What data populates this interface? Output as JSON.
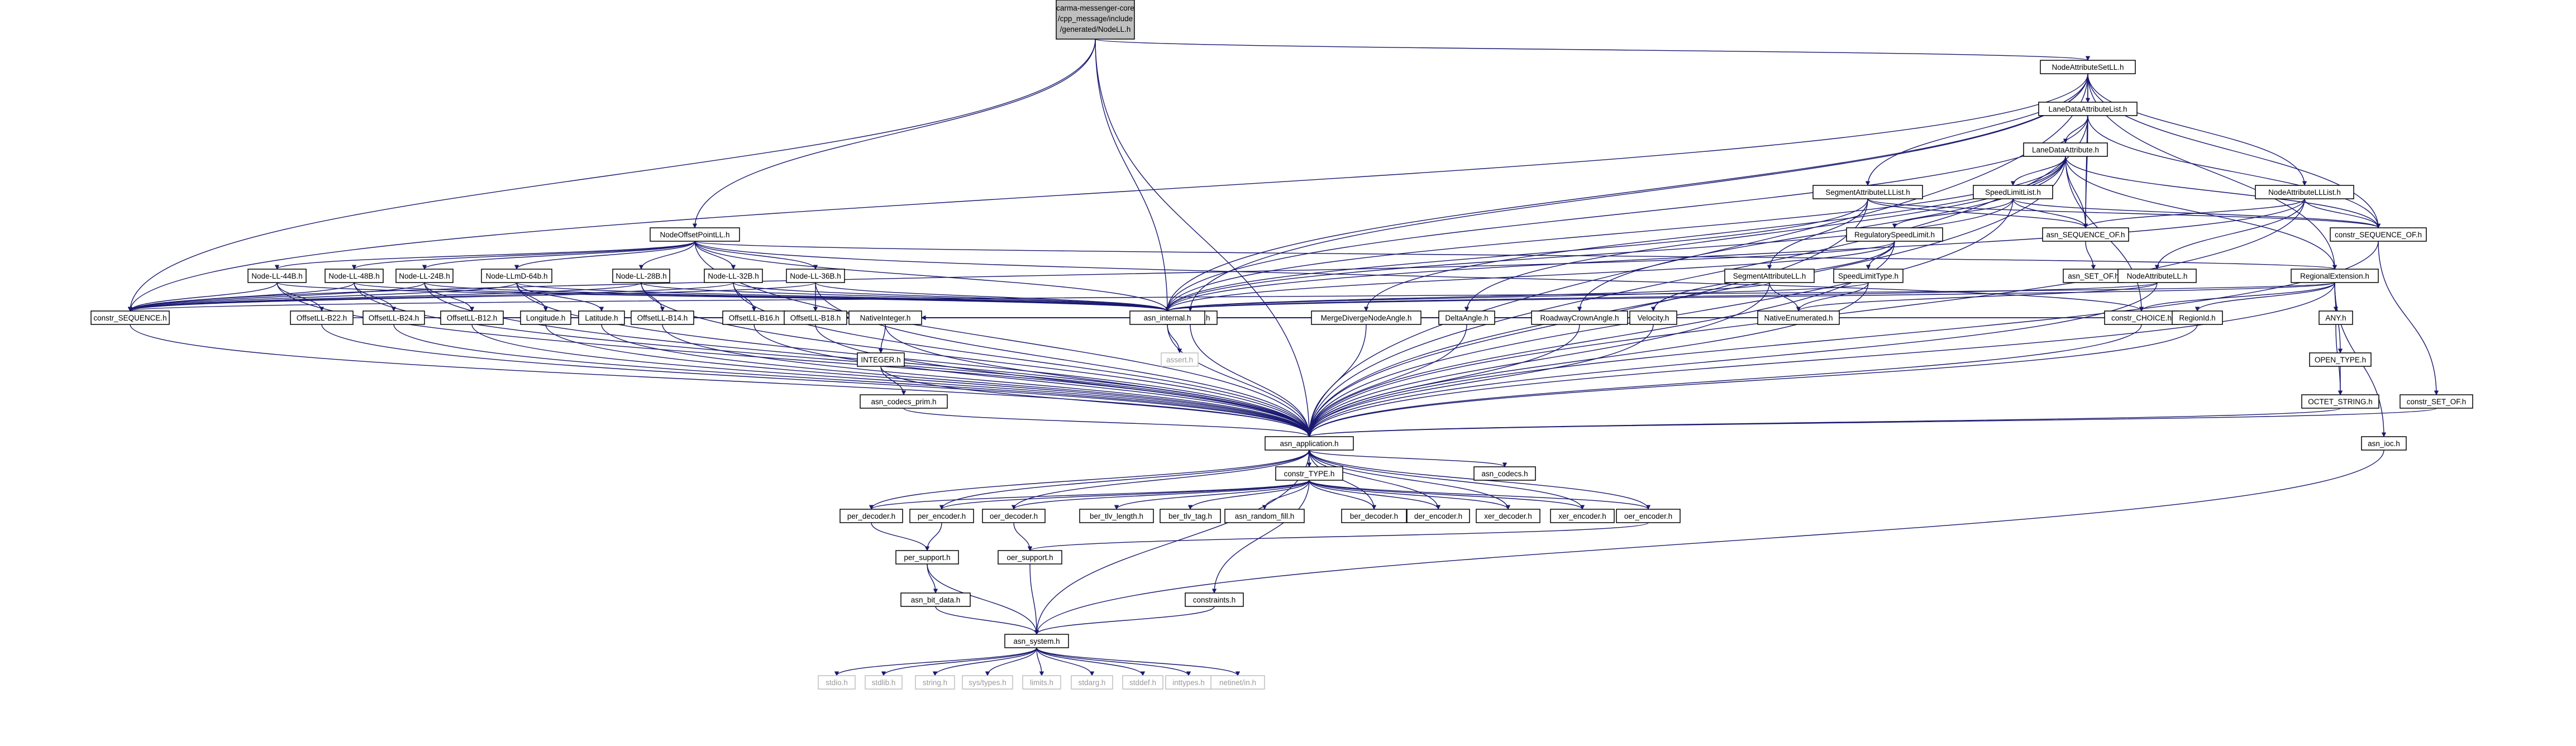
{
  "graph": {
    "root": "carma-messenger-core/cpp_message/include/generated/NodeLL.h",
    "root_lines": [
      "carma-messenger-core",
      "/cpp_message/include",
      "/generated/NodeLL.h"
    ],
    "nodes": {
      "root": "carma-messenger-core/cpp_message/include/generated/NodeLL.h",
      "NodeAttributeSetLL": "NodeAttributeSetLL.h",
      "LaneDataAttributeList": "LaneDataAttributeList.h",
      "LaneDataAttribute": "LaneDataAttribute.h",
      "SegmentAttributeLLList": "SegmentAttributeLLList.h",
      "SpeedLimitList": "SpeedLimitList.h",
      "NodeAttributeLLList": "NodeAttributeLLList.h",
      "NodeOffsetPointLL": "NodeOffsetPointLL.h",
      "RegulatorySpeedLimit": "RegulatorySpeedLimit.h",
      "asn_SEQUENCE_OF": "asn_SEQUENCE_OF.h",
      "constr_SEQUENCE_OF": "constr_SEQUENCE_OF.h",
      "asn_SET_OF": "asn_SET_OF.h",
      "RegionalExtension": "RegionalExtension.h",
      "NodeLL44B": "Node-LL-44B.h",
      "NodeLL48B": "Node-LL-48B.h",
      "NodeLL24B": "Node-LL-24B.h",
      "NodeLLmD64b": "Node-LLmD-64b.h",
      "NodeLL28B": "Node-LL-28B.h",
      "NodeLL32B": "Node-LL-32B.h",
      "NodeLL36B": "Node-LL-36B.h",
      "SegmentAttributeLL": "SegmentAttributeLL.h",
      "SpeedLimitType": "SpeedLimitType.h",
      "NodeAttributeLL": "NodeAttributeLL.h",
      "constr_SEQUENCE": "constr_SEQUENCE.h",
      "OffsetB10": "OffsetB10.h",
      "MergeDivergeNodeAngle": "MergeDivergeNodeAngle.h",
      "DeltaAngle": "DeltaAngle.h",
      "RoadwayCrownAngle": "RoadwayCrownAngle.h",
      "Velocity": "Velocity.h",
      "NativeEnumerated": "NativeEnumerated.h",
      "constr_CHOICE": "constr_CHOICE.h",
      "RegionId": "RegionId.h",
      "ANY": "ANY.h",
      "OffsetLLB22": "OffsetLL-B22.h",
      "OffsetLLB24": "OffsetLL-B24.h",
      "OffsetLLB12": "OffsetLL-B12.h",
      "Longitude": "Longitude.h",
      "Latitude": "Latitude.h",
      "OffsetLLB14": "OffsetLL-B14.h",
      "OffsetLLB16": "OffsetLL-B16.h",
      "OffsetLLB18": "OffsetLL-B18.h",
      "NativeInteger": "NativeInteger.h",
      "asn_internal": "asn_internal.h",
      "assert": "assert.h",
      "INTEGER": "INTEGER.h",
      "OPEN_TYPE": "OPEN_TYPE.h",
      "OCTET_STRING": "OCTET_STRING.h",
      "constr_SET_OF": "constr_SET_OF.h",
      "asn_codecs_prim": "asn_codecs_prim.h",
      "asn_application": "asn_application.h",
      "asn_ioc": "asn_ioc.h",
      "asn_codecs": "asn_codecs.h",
      "constr_TYPE": "constr_TYPE.h",
      "per_decoder": "per_decoder.h",
      "per_encoder": "per_encoder.h",
      "oer_decoder": "oer_decoder.h",
      "ber_tlv_length": "ber_tlv_length.h",
      "ber_tlv_tag": "ber_tlv_tag.h",
      "asn_random_fill": "asn_random_fill.h",
      "ber_decoder": "ber_decoder.h",
      "der_encoder": "der_encoder.h",
      "xer_decoder": "xer_decoder.h",
      "xer_encoder": "xer_encoder.h",
      "oer_encoder": "oer_encoder.h",
      "per_support": "per_support.h",
      "oer_support": "oer_support.h",
      "asn_bit_data": "asn_bit_data.h",
      "constraints": "constraints.h",
      "asn_system": "asn_system.h",
      "stdio": "stdio.h",
      "stdlib": "stdlib.h",
      "string": "string.h",
      "sys_types": "sys/types.h",
      "limits": "limits.h",
      "stdarg": "stdarg.h",
      "stddef": "stddef.h",
      "inttypes": "inttypes.h",
      "netinet_in": "netinet/in.h"
    },
    "colors": {
      "edge": "#191970",
      "root_fill": "#bfbfbf",
      "node_border": "#000000",
      "system_border": "#bfbfbf",
      "system_text": "#9a9a9a"
    }
  }
}
